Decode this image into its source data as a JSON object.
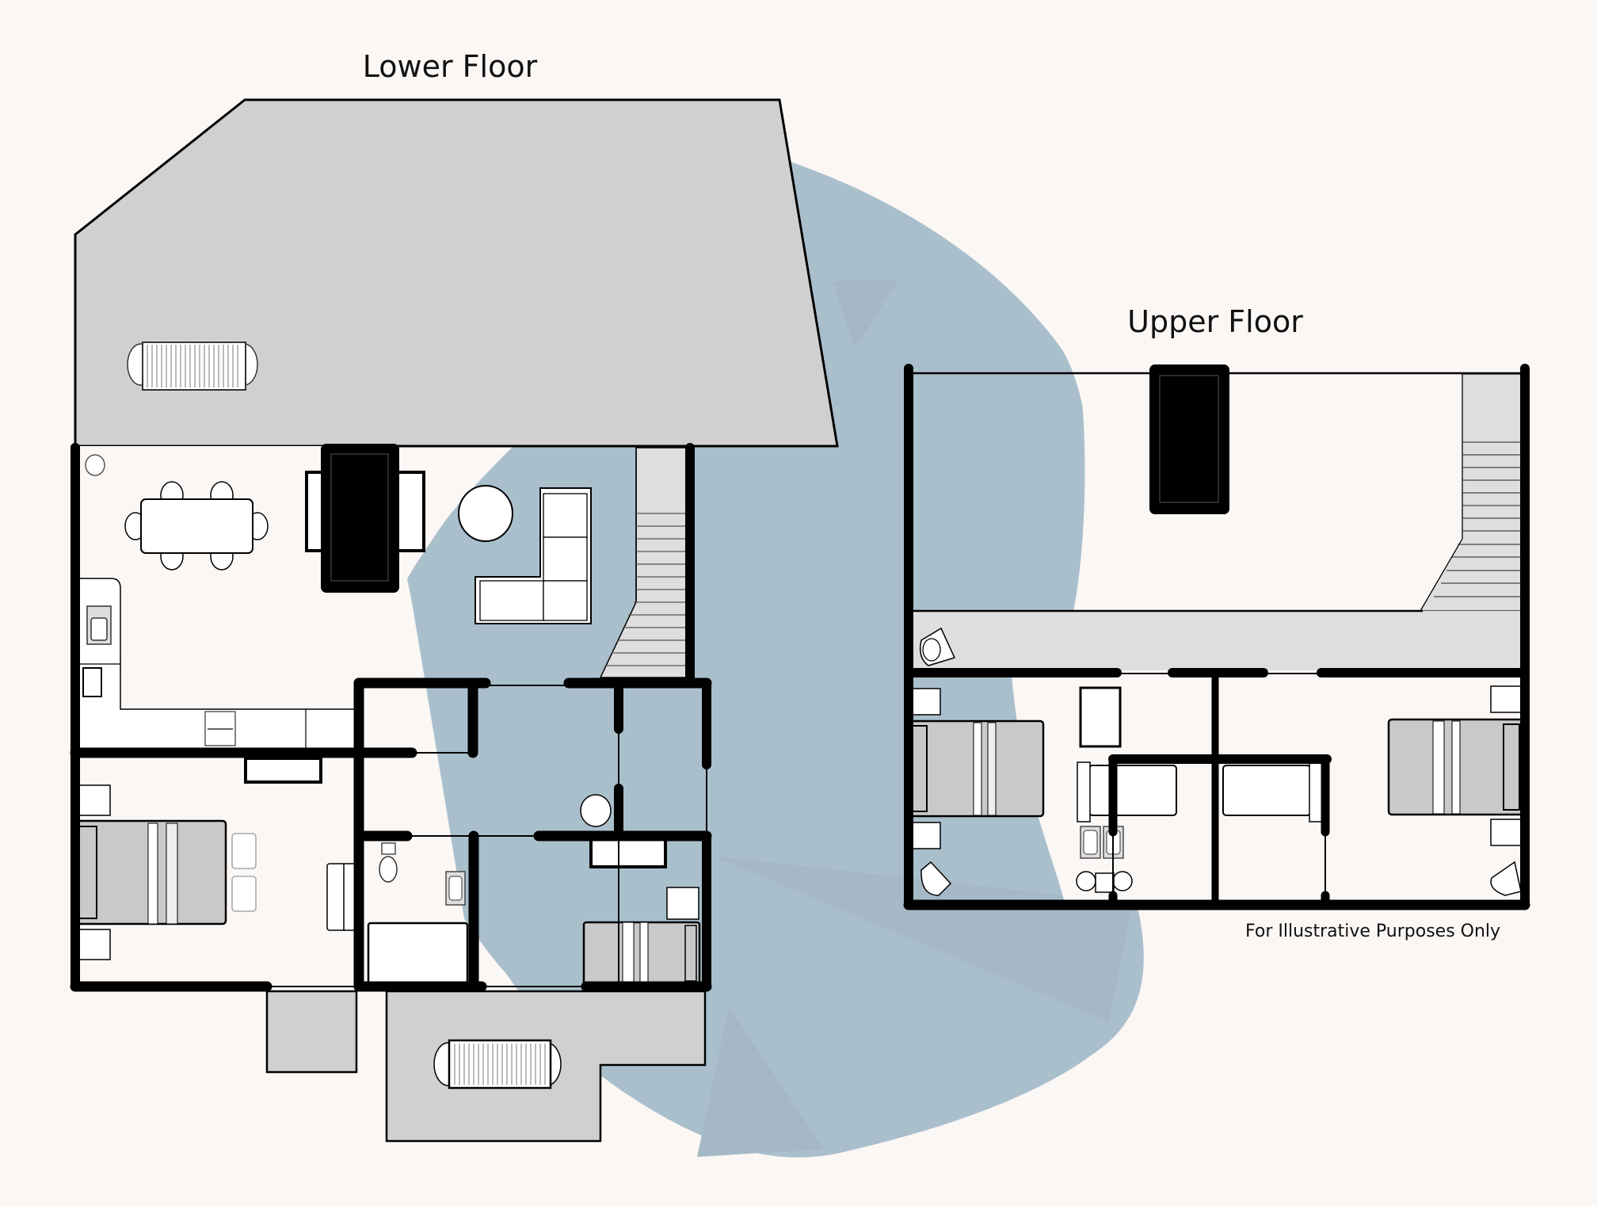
{
  "labels": {
    "lower_floor": "Lower Floor",
    "upper_floor": "Upper Floor",
    "disclaimer": "For Illustrative Purposes Only"
  },
  "colors": {
    "background": "#fbf7f5",
    "accent_blob": "#a9bfcc",
    "accent_blob_shade": "#a4b9c5",
    "deck": "#d0d0d0",
    "hall": "#dedede",
    "bed": "#c9c9c9",
    "wall": "#000000",
    "furniture": "#ffffff"
  },
  "lower_floor": {
    "rooms": [
      "deck",
      "dining-area",
      "kitchen",
      "living-room",
      "staircase",
      "bedroom-1",
      "bathroom",
      "bedroom-2",
      "hallway",
      "patio",
      "side-patio"
    ],
    "furniture": [
      "outdoor-dining-table",
      "dining-table",
      "fireplace",
      "round-coffee-table",
      "sectional-sofa",
      "kitchen-sink",
      "double-bed",
      "single-bed",
      "toilet",
      "bath-sink",
      "bathtub",
      "outdoor-table"
    ]
  },
  "upper_floor": {
    "rooms": [
      "loft",
      "staircase",
      "hallway",
      "bedroom-3",
      "bedroom-4",
      "shared-bath-left",
      "shared-bath-right"
    ],
    "furniture": [
      "fireplace",
      "corner-chair",
      "double-bed-left",
      "double-bed-right",
      "bathtub-left",
      "bathtub-right",
      "sink-left",
      "sink-right",
      "toilet-left",
      "toilet-right"
    ]
  }
}
